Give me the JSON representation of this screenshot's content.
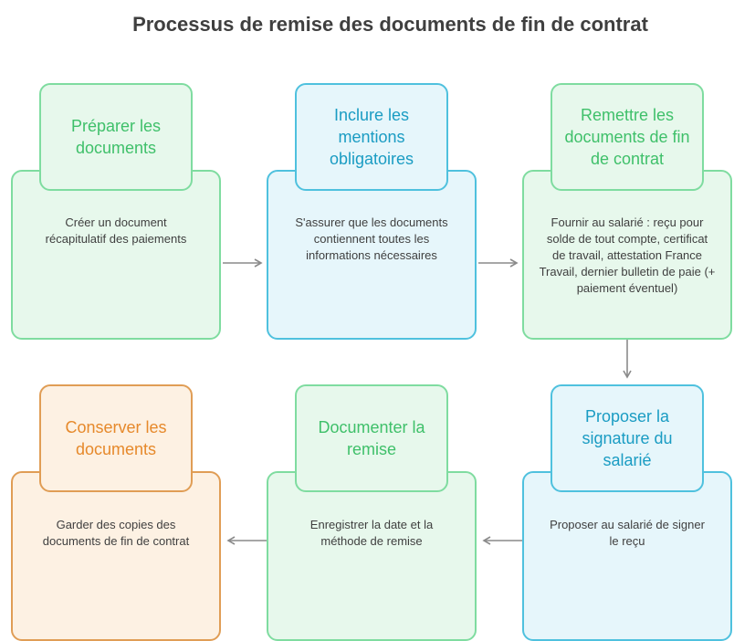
{
  "title": "Processus de remise des documents de fin de contrat",
  "steps": [
    {
      "heading": "Préparer les documents",
      "description": "Créer un document récapitulatif des paiements",
      "color": "#3fc06a"
    },
    {
      "heading": "Inclure les mentions obligatoires",
      "description": "S'assurer que les documents contiennent toutes les informations nécessaires",
      "color": "#1a9cc3"
    },
    {
      "heading": "Remettre les documents de fin de contrat",
      "description": "Fournir au salarié : reçu pour solde de tout compte, certificat de travail, attestation France Travail, dernier bulletin de paie (+ paiement éventuel)",
      "color": "#3fc06a"
    },
    {
      "heading": "Proposer la signature du salarié",
      "description": "Proposer au salarié de signer le reçu",
      "color": "#1a9cc3"
    },
    {
      "heading": "Documenter la remise",
      "description": "Enregistrer la date et la méthode de remise",
      "color": "#3fc06a"
    },
    {
      "heading": "Conserver les documents",
      "description": "Garder des copies des documents de fin de contrat",
      "color": "#e6892b"
    }
  ]
}
